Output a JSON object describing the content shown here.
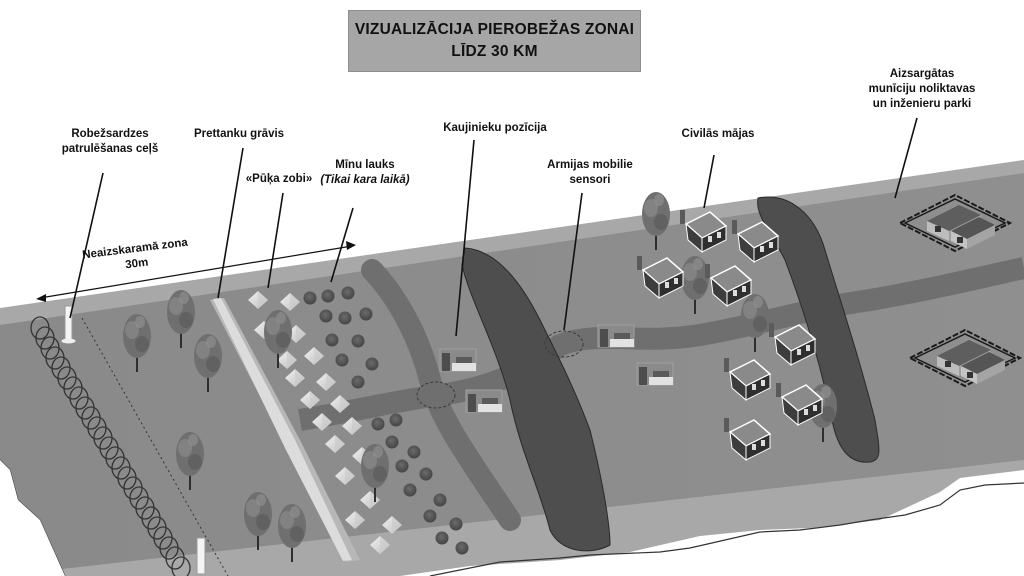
{
  "title": {
    "line1": "VIZUALIZĀCIJA PIEROBEŽAS ZONAI",
    "line2": "LĪDZ 30 KM"
  },
  "labels": {
    "border_patrol_road": {
      "line1": "Robežsardzes",
      "line2": "patrulēšanas ceļš"
    },
    "anti_tank_ditch": {
      "line1": "Prettanku grāvis"
    },
    "dragon_teeth": {
      "line1": "«Pūķa zobi»"
    },
    "minefield": {
      "line1": "Mīnu lauks",
      "line2": "(Tikai kara laikā)"
    },
    "infantry_position": {
      "line1": "Kaujinieku pozīcija"
    },
    "army_mobile_sensors": {
      "line1": "Armijas mobilie",
      "line2": "sensori"
    },
    "civilian_houses": {
      "line1": "Civilās mājas"
    },
    "protected_depots": {
      "line1": "Aizsargātas",
      "line2": "munīciju noliktavas",
      "line3": "un inženieru parki"
    }
  },
  "zone": {
    "line1": "Neaizskaramā zona",
    "line2": "30m"
  },
  "colors": {
    "title_bg": "#a6a6a6",
    "ground": "#8c8c8c",
    "ground_edge": "#a9a9a9",
    "road": "#747474",
    "ditch_dark": "#4e4e4e",
    "strip_light": "#d9d9d9",
    "tree": "#6f6f6f",
    "house_roof": "#8a8a8a",
    "line": "#111111"
  }
}
